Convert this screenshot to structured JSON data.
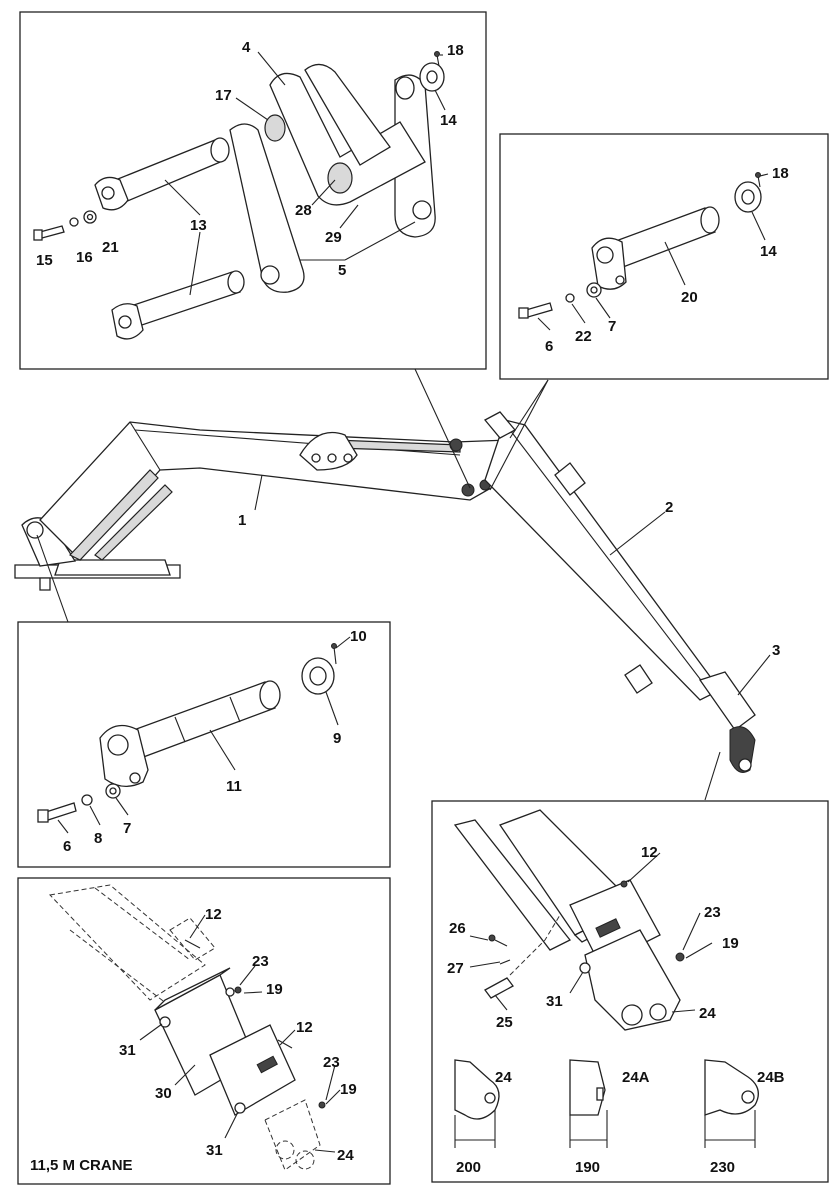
{
  "diagram": {
    "callouts": {
      "top_left": [
        "4",
        "18",
        "17",
        "14",
        "13",
        "28",
        "29",
        "15",
        "16",
        "21",
        "5"
      ],
      "top_right": [
        "18",
        "14",
        "20",
        "6",
        "22",
        "7"
      ],
      "main": [
        "1",
        "2",
        "3"
      ],
      "mid_left": [
        "10",
        "9",
        "11",
        "6",
        "8",
        "7"
      ],
      "bottom_left": [
        "12",
        "23",
        "19",
        "31",
        "12",
        "23",
        "19",
        "30",
        "31",
        "24"
      ],
      "bottom_right": [
        "12",
        "26",
        "23",
        "19",
        "27",
        "31",
        "25",
        "24"
      ],
      "variants": [
        "24",
        "24A",
        "24B"
      ]
    },
    "dimensions": [
      "200",
      "190",
      "230"
    ],
    "crane_label": "11,5 M CRANE"
  }
}
